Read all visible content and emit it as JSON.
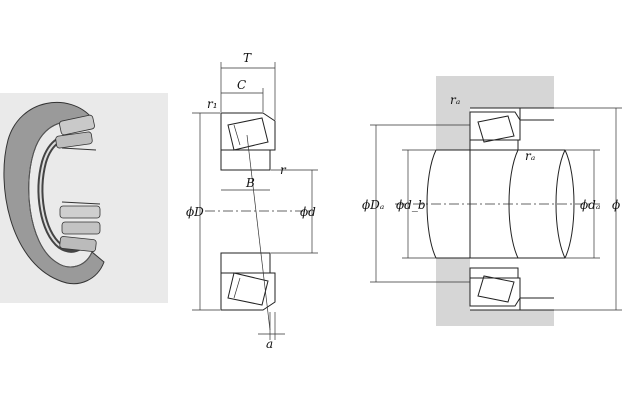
{
  "photo": {
    "alt_icon": "tapered-roller-bearing-photo"
  },
  "section": {
    "labels": {
      "T": "T",
      "C": "C",
      "r1": "r₁",
      "r": "r",
      "B": "B",
      "D": "ϕD",
      "d": "ϕd",
      "a": "a"
    }
  },
  "mounting": {
    "labels": {
      "ra_top": "rₐ",
      "ra_right": "rₐ",
      "Da": "ϕDₐ",
      "db": "ϕd_b",
      "da": "ϕdₐ",
      "Db": "ϕ"
    }
  },
  "colors": {
    "housing_gray": "#d6d6d6",
    "line": "#222222",
    "background": "#ffffff"
  }
}
